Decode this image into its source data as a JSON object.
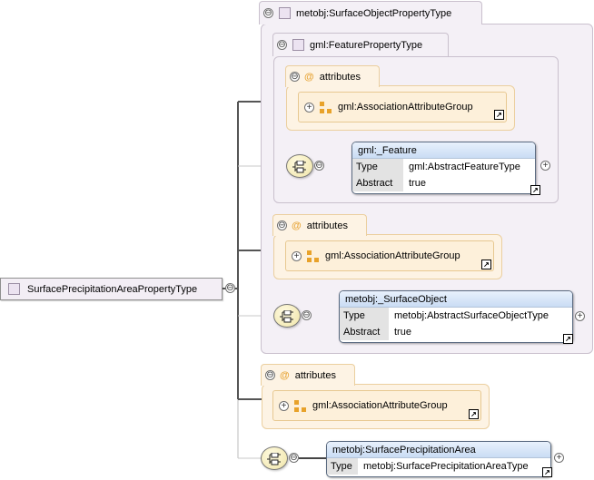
{
  "root": {
    "label": "SurfacePrecipitationAreaPropertyType"
  },
  "base_type": {
    "title": "metobj:SurfaceObjectPropertyType",
    "inner_type": {
      "title": "gml:FeaturePropertyType",
      "attributes": {
        "label": "attributes",
        "group": "gml:AssociationAttributeGroup"
      },
      "element": {
        "name": "gml:_Feature",
        "props": [
          {
            "k": "Type",
            "v": "gml:AbstractFeatureType"
          },
          {
            "k": "Abstract",
            "v": "true"
          }
        ]
      }
    },
    "attributes": {
      "label": "attributes",
      "group": "gml:AssociationAttributeGroup"
    },
    "element": {
      "name": "metobj:_SurfaceObject",
      "props": [
        {
          "k": "Type",
          "v": "metobj:AbstractSurfaceObjectType"
        },
        {
          "k": "Abstract",
          "v": "true"
        }
      ]
    }
  },
  "own_attributes": {
    "label": "attributes",
    "group": "gml:AssociationAttributeGroup"
  },
  "own_element": {
    "name": "metobj:SurfacePrecipitationArea",
    "props": [
      {
        "k": "Type",
        "v": "metobj:SurfacePrecipitationAreaType"
      }
    ]
  },
  "symbols": {
    "collapse": "⊖",
    "expand": "+",
    "attribute_marker": "@",
    "shortcut": "↗"
  },
  "colors": {
    "complex_type_fill": "#f4f0f6",
    "attributes_fill": "#fdf3e4",
    "element_header": "#c9dcf4",
    "connector": "#555555"
  }
}
